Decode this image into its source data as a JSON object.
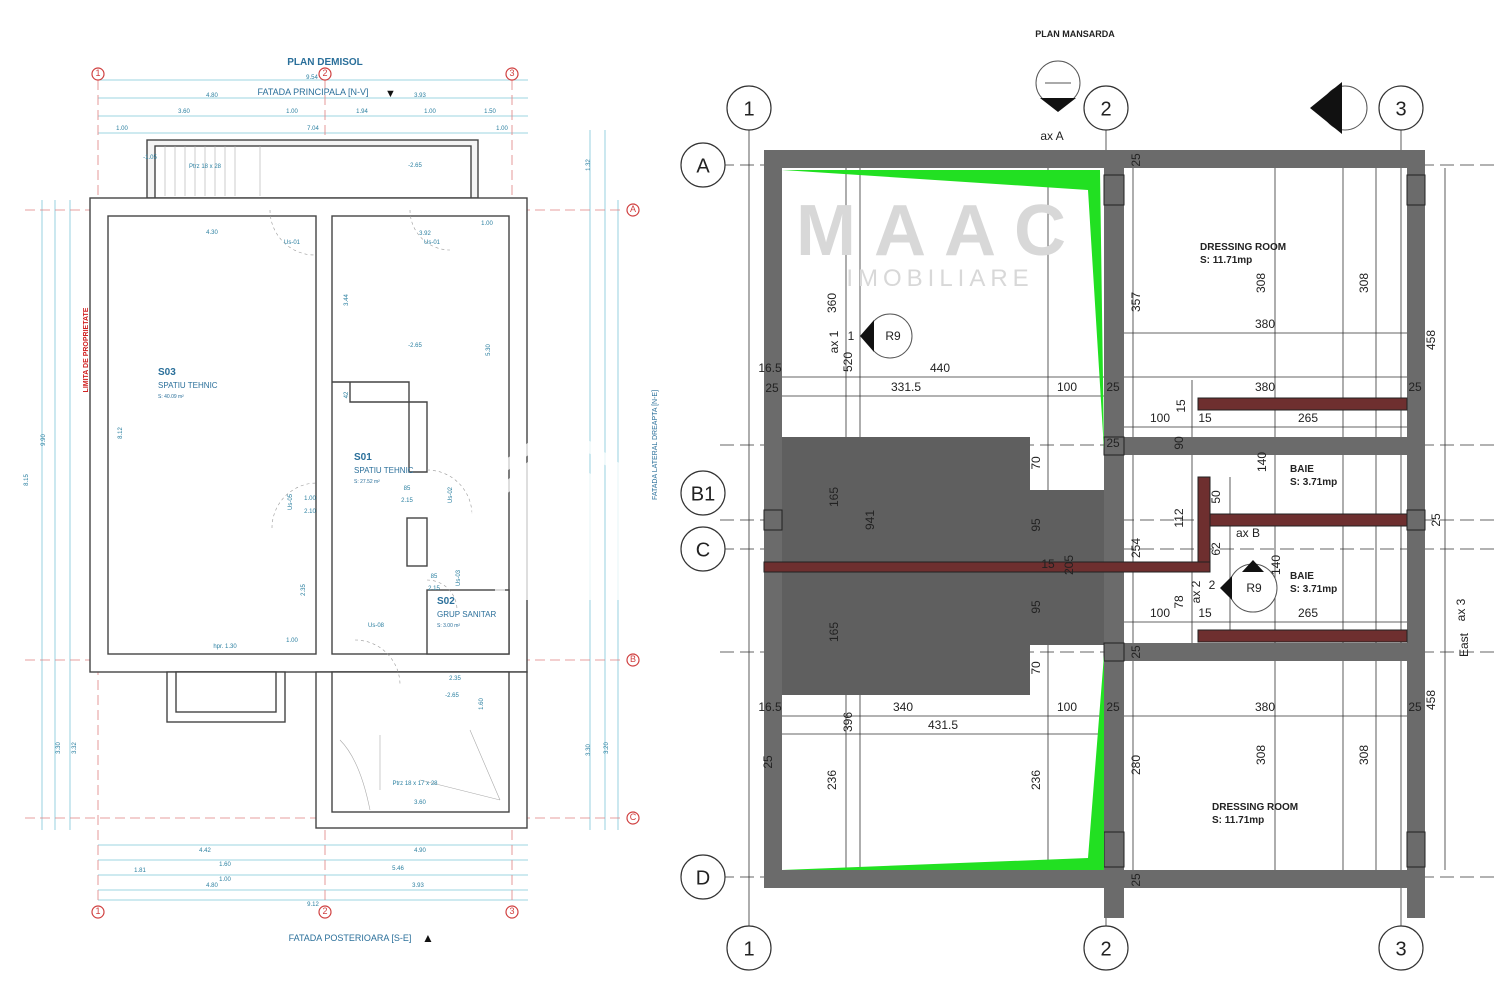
{
  "left_plan": {
    "title": "PLAN DEMISOL",
    "facade_front": "FATADA PRINCIPALA [N-V]",
    "facade_back": "FATADA POSTERIOARA [S-E]",
    "facade_side": "FATADA LATERAL DREAPTA [N-E]",
    "property_limit": "LIMITA DE PROPRIETATE",
    "axes": {
      "top": [
        "1",
        "2",
        "3"
      ],
      "bottom": [
        "1",
        "2",
        "3"
      ],
      "right": [
        "A",
        "B",
        "C"
      ]
    },
    "rooms": [
      {
        "code": "S03",
        "name": "SPATIU TEHNIC",
        "area": "S: 40.09 m²"
      },
      {
        "code": "S01",
        "name": "SPATIU TEHNIC",
        "area": "S: 27.52 m²"
      },
      {
        "code": "S02",
        "name": "GRUP SANITAR",
        "area": "S: 3.00 m²"
      }
    ],
    "dims": [
      "9.54",
      "4.80",
      "3.93",
      "3.60",
      "1.00",
      "1.94",
      "1.00",
      "1.50",
      "1.00",
      "7.04",
      "1.00",
      "Ptrz 18 x 28",
      "-2.65",
      "-1.05",
      "4.30",
      "3.92",
      "1.00",
      "Us-01",
      "Us-01",
      "-2.65",
      "3.44",
      "5.30",
      "42",
      "Us-05",
      "1.00",
      "2.10",
      "85",
      "2.15",
      "Us-02",
      "85",
      "2.15",
      "Us-03",
      "Us-08",
      "hpr. 1.30",
      "1.00",
      "2.35",
      "-2.65",
      "2.35",
      "1.60",
      "Ptrz 18 x 17 x 28",
      "3.60",
      "4.42",
      "4.90",
      "1.81",
      "1.60",
      "1.00",
      "5.46",
      "4.80",
      "3.93",
      "9.12",
      "8.12",
      "8.15",
      "9.90",
      "3.30",
      "3.32",
      "3.30",
      "3.20",
      "1.32"
    ]
  },
  "right_plan": {
    "title": "PLAN MANSARDA",
    "axes": {
      "top": [
        "1",
        "2",
        "3"
      ],
      "bottom": [
        "1",
        "2",
        "3"
      ],
      "left": [
        "A",
        "B1",
        "C",
        "D"
      ]
    },
    "section_marker": "ax A",
    "rooms": [
      {
        "name": "DRESSING ROOM",
        "area": "S: 11.71mp"
      },
      {
        "name": "BAIE",
        "area": "S: 3.71mp"
      },
      {
        "name": "BAIE",
        "area": "S: 3.71mp"
      },
      {
        "name": "DRESSING ROOM",
        "area": "S: 11.71mp"
      }
    ],
    "dims": [
      "360",
      "520",
      "ax 1",
      "1",
      "R9",
      "440",
      "331.5",
      "100",
      "16.5",
      "25",
      "357",
      "308",
      "308",
      "380",
      "458",
      "380",
      "25",
      "100",
      "15",
      "265",
      "15",
      "90",
      "25",
      "70",
      "140",
      "50",
      "112",
      "ax B",
      "165",
      "941",
      "95",
      "254",
      "62",
      "205",
      "15",
      "140",
      "ax 2",
      "2",
      "R9",
      "78",
      "100",
      "15",
      "265",
      "95",
      "165",
      "25",
      "70",
      "16.5",
      "340",
      "100",
      "25",
      "380",
      "25",
      "458",
      "431.5",
      "396",
      "25",
      "280",
      "308",
      "308",
      "236",
      "236",
      "25",
      "25",
      "ax 3",
      "East",
      "25",
      "25"
    ],
    "colors": {
      "wall": "#6b6b6b",
      "infill": "#5f5f5f",
      "partition": "#6e2f2f",
      "roof_slope": "#22e022"
    }
  },
  "watermark": {
    "brand": "MAAC",
    "sub": "IMOBILIARE"
  }
}
